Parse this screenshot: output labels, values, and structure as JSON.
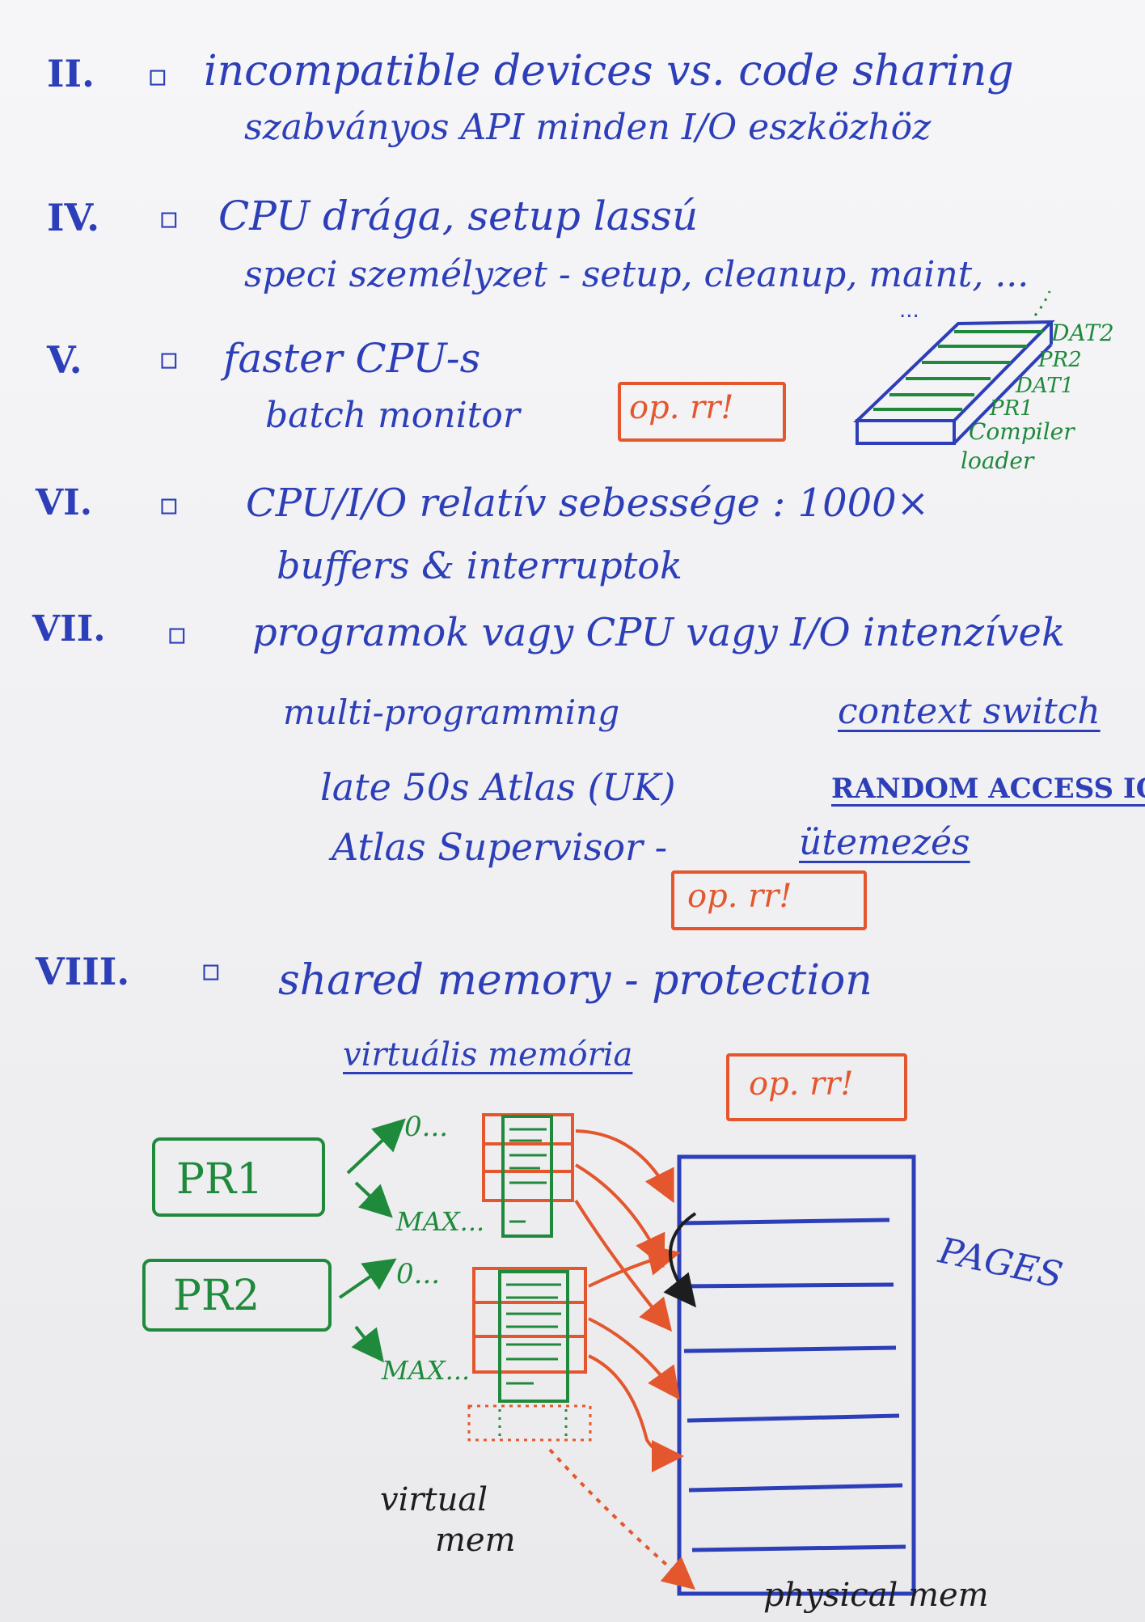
{
  "sections": [
    {
      "numeral": "II.",
      "bullet": "▫",
      "line1": "incompatible devices vs. code sharing",
      "line2": "szabványos API minden I/O eszközhöz"
    },
    {
      "numeral": "IV.",
      "bullet": "▫",
      "line1": "CPU drága, setup lassú",
      "line2": "speci személyzet - setup, cleanup, maint, ..."
    },
    {
      "numeral": "V.",
      "bullet": "▫",
      "line1": "faster CPU-s",
      "line2": "batch monitor",
      "tag": "op. rr!"
    },
    {
      "numeral": "VI.",
      "bullet": "▫",
      "line1": "CPU/I/O relatív sebessége : 1000×",
      "line2": "buffers & interruptok"
    },
    {
      "numeral": "VII.",
      "bullet": "▫",
      "line1": "programok vagy CPU vagy I/O intenzívek",
      "line2": "multi-programming",
      "line2b": "context switch",
      "line3": "late 50s Atlas (UK)",
      "line3b": "RANDOM ACCESS IO",
      "line4": "Atlas Supervisor -",
      "line4b": "ütemezés",
      "tag": "op. rr!"
    },
    {
      "numeral": "VIII.",
      "bullet": "▫",
      "line1": "shared memory - protection",
      "line2": "virtuális memória",
      "tag": "op. rr!"
    }
  ],
  "tape_labels": [
    "DAT2",
    "PR2",
    "DAT1",
    "PR1",
    "Compiler",
    "loader"
  ],
  "diagram": {
    "processes": [
      "PR1",
      "PR2"
    ],
    "ranges": [
      "0...",
      "MAX...",
      "0...",
      "MAX..."
    ],
    "pages_label": "PAGES",
    "virtual_label_1": "virtual",
    "virtual_label_2": "mem",
    "physical_label": "physical mem"
  },
  "colors": {
    "ink_blue": "#2d3fb8",
    "ink_green": "#1f8a3c",
    "ink_orange": "#e4572e",
    "ink_black": "#1d1d1f"
  }
}
